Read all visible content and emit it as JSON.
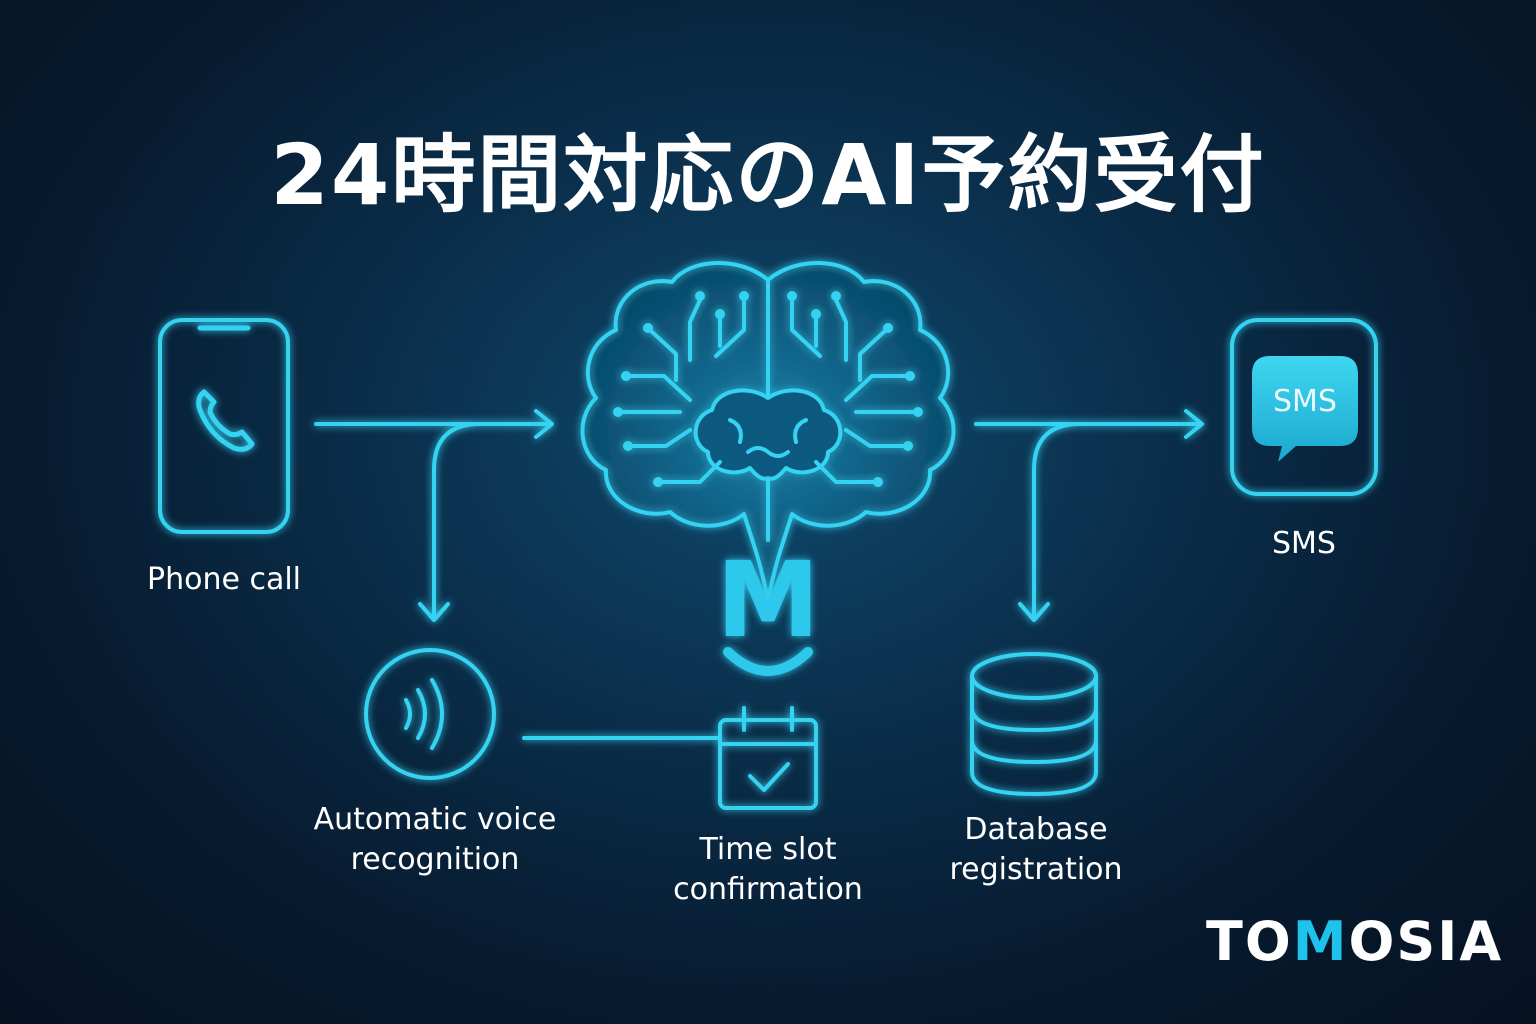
{
  "title": "24時間対応のAI予約受付",
  "nodes": {
    "phone": {
      "label": "Phone call",
      "icon": "phone-icon"
    },
    "voice": {
      "label": "Automatic voice recognition",
      "line1": "Automatic voice",
      "line2": "recognition",
      "icon": "soundwave-icon"
    },
    "ai": {
      "icon": "ai-brain-icon",
      "logo_letter": "M"
    },
    "calendar": {
      "label": "Time slot confirmation",
      "line1": "Time slot",
      "line2": "confirmation",
      "icon": "calendar-check-icon"
    },
    "database": {
      "label": "Database registration",
      "line1": "Database",
      "line2": "registration",
      "icon": "database-icon"
    },
    "sms": {
      "label": "SMS",
      "bubble_text": "SMS",
      "icon": "sms-bubble-icon"
    }
  },
  "brand": {
    "prefix": "TO",
    "accent": "M",
    "suffix": "OSIA"
  },
  "colors": {
    "accent": "#2ed3f5",
    "accent_fill": "#1fb4dc",
    "background": "#071a2e",
    "text": "#ffffff"
  }
}
